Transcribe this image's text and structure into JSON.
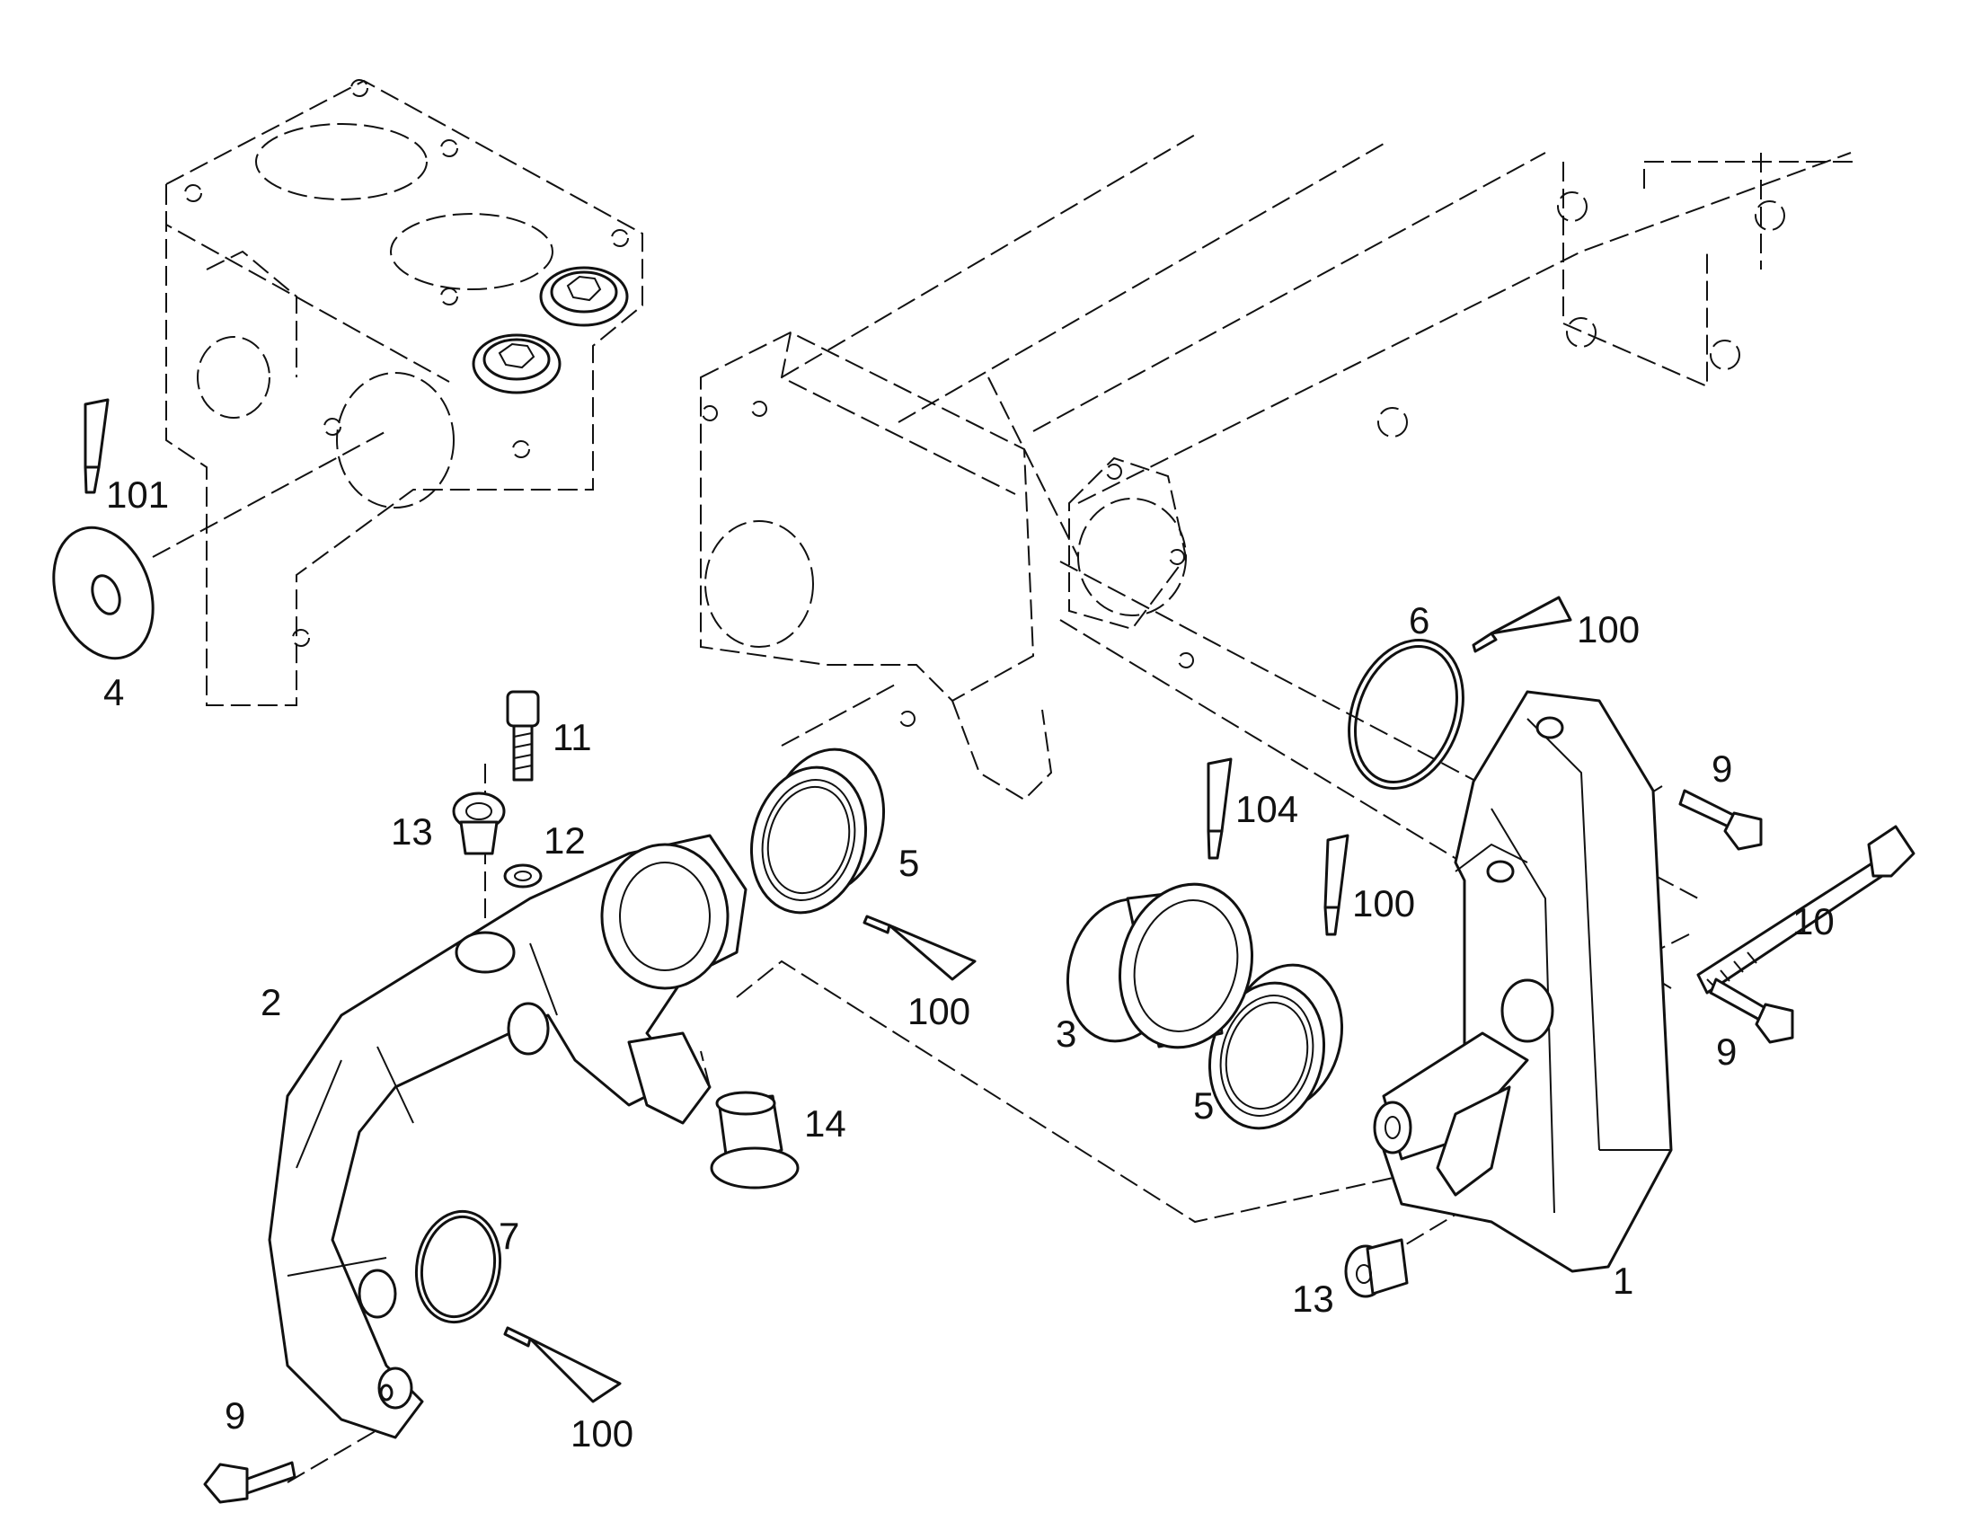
{
  "labels": {
    "l1": "1",
    "l2": "2",
    "l3": "3",
    "l4": "4",
    "l5a": "5",
    "l5b": "5",
    "l6": "6",
    "l7": "7",
    "l9a": "9",
    "l9b": "9",
    "l9c": "9",
    "l10": "10",
    "l11": "11",
    "l12": "12",
    "l13a": "13",
    "l13b": "13",
    "l14": "14",
    "l100a": "100",
    "l100b": "100",
    "l100c": "100",
    "l100d": "100",
    "l101": "101",
    "l104": "104"
  }
}
